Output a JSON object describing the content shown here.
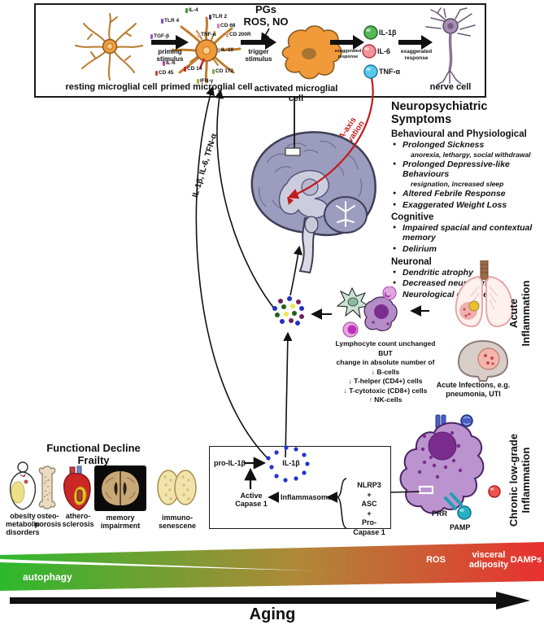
{
  "top_panel": {
    "pgs": "PGs",
    "ros_no": "ROS, NO",
    "priming": [
      "priming",
      "stimulus"
    ],
    "trigger": [
      "trigger",
      "stimulus"
    ],
    "exaggerated1": [
      "exaggerated",
      "response"
    ],
    "exaggerated2": [
      "exaggerated",
      "response"
    ],
    "labels": {
      "resting": "resting microglial cell",
      "primed": "primed microglial cell",
      "activated": "activated microglial cell",
      "nerve": "nerve cell"
    },
    "receptors": [
      "TLR 4",
      "IL-4",
      "TLR 2",
      "CD 68",
      "CD 200R",
      "TGF-β",
      "TNF-α",
      "IL-10",
      "IL-6",
      "CD 45",
      "CD 14",
      "CD 172",
      "IFN-γ"
    ],
    "cytokines": [
      {
        "label": "IL-1β",
        "color": "#57b857"
      },
      {
        "label": "IL-6",
        "color": "#f0949e"
      },
      {
        "label": "TNF-α",
        "color": "#58c8ee"
      }
    ]
  },
  "connections": {
    "hpa": [
      "HPA-axis",
      "activation"
    ],
    "cytokine_curve": "IL-1β, IL-6, TFN-α"
  },
  "neuro": {
    "title": "Neuropsychiatric Symptoms",
    "groups": [
      {
        "heading": "Behavioural and Physiological",
        "items": [
          {
            "text": "Prolonged Sickness",
            "sub": "anorexia, lethargy, social withdrawal"
          },
          {
            "text": "Prolonged Depressive-like Behaviours",
            "sub": "resignation, increased sleep"
          },
          {
            "text": "Altered Febrile Response"
          },
          {
            "text": "Exaggerated Weight Loss"
          }
        ]
      },
      {
        "heading": "Cognitive",
        "items": [
          {
            "text": "Impaired spacial and contextual memory"
          },
          {
            "text": "Delirium"
          }
        ]
      },
      {
        "heading": "Neuronal",
        "items": [
          {
            "text": "Dendritic atrophy"
          },
          {
            "text": "Decreased neurogenesis"
          },
          {
            "text": "Neurological diseases"
          }
        ]
      }
    ]
  },
  "acute": {
    "cells_note": [
      "Lymphocyte count unchanged",
      "BUT",
      "change in absolute number of",
      "↓ B-cells",
      "↓ T-helper (CD4+) cells",
      "↓ T-cytotoxic (CD8+) cells",
      "↑ NK-cells"
    ],
    "infections": [
      "Acute Infections, e.g.",
      "pneumonia, UTI"
    ],
    "side_label": [
      "Acute",
      "Inflammation"
    ]
  },
  "functional": {
    "title": [
      "Functional Decline",
      "Frailty"
    ],
    "labels": [
      [
        "obesity",
        "metabolic",
        "disorders"
      ],
      [
        "osteo-",
        "porosis"
      ],
      [
        "athero-",
        "sclerosis"
      ],
      [
        "memory",
        "impairment"
      ],
      [
        "immuno-",
        "senescene"
      ]
    ]
  },
  "box": {
    "pro": "pro-IL-1β",
    "il1b": "IL-1β",
    "capase": [
      "Active",
      "Capase 1"
    ],
    "inflammasome": "Inflammasome",
    "components": [
      "NLRP3",
      "+",
      "ASC",
      "+",
      "Pro-Capase 1"
    ]
  },
  "chronic": {
    "prr": "PRR",
    "pamp": "PAMP",
    "side_label": [
      "Chronic low-grade",
      "Inflammation"
    ]
  },
  "aging": {
    "autophagy": "autophagy",
    "ros": "ROS",
    "visceral": [
      "visceral",
      "adiposity"
    ],
    "damps": "DAMPs",
    "axis": "Aging"
  },
  "colors": {
    "hpa_red": "#c41a1a",
    "microglia_orange": "#f09a3a",
    "macrophage_purple": "#bb93cf",
    "wedge_green": "#2eb82e",
    "wedge_red": "#e83030"
  }
}
